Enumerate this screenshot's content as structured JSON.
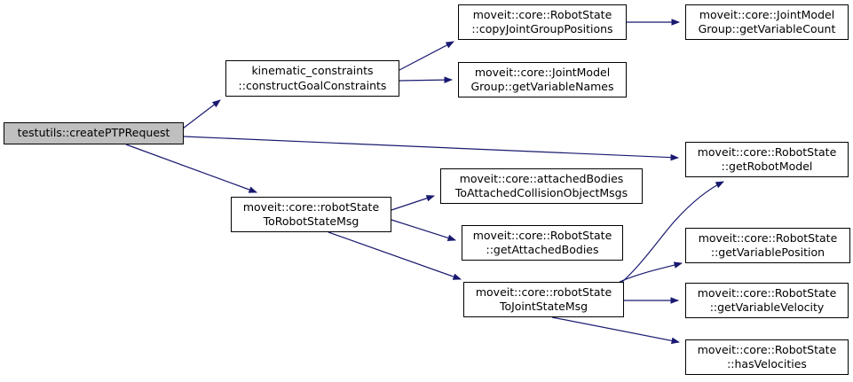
{
  "diagram": {
    "kind": "doxygen-call-graph",
    "colors": {
      "background": "#ffffff",
      "edge": "#191970",
      "node_border": "#000000",
      "node_fill": "#ffffff",
      "root_node_fill": "#bfbfbf",
      "text": "#000000"
    },
    "nodes": [
      {
        "id": "create-ptp-request",
        "lines": [
          "testutils::createPTPRequest",
          ""
        ]
      },
      {
        "id": "construct-goal-constraints",
        "lines": [
          "kinematic_constraints",
          "::constructGoalConstraints"
        ]
      },
      {
        "id": "copy-joint-group-positions",
        "lines": [
          "moveit::core::RobotState",
          "::copyJointGroupPositions"
        ]
      },
      {
        "id": "get-variable-count",
        "lines": [
          "moveit::core::JointModel",
          "Group::getVariableCount"
        ]
      },
      {
        "id": "get-variable-names",
        "lines": [
          "moveit::core::JointModel",
          "Group::getVariableNames"
        ]
      },
      {
        "id": "robot-state-to-robot-state-msg",
        "lines": [
          "moveit::core::robotState",
          "ToRobotStateMsg"
        ]
      },
      {
        "id": "attached-bodies-to-attached-collision-object-msgs",
        "lines": [
          "moveit::core::attachedBodies",
          "ToAttachedCollisionObjectMsgs"
        ]
      },
      {
        "id": "get-attached-bodies",
        "lines": [
          "moveit::core::RobotState",
          "::getAttachedBodies"
        ]
      },
      {
        "id": "robot-state-to-joint-state-msg",
        "lines": [
          "moveit::core::robotState",
          "ToJointStateMsg"
        ]
      },
      {
        "id": "get-robot-model",
        "lines": [
          "moveit::core::RobotState",
          "::getRobotModel"
        ]
      },
      {
        "id": "get-variable-position",
        "lines": [
          "moveit::core::RobotState",
          "::getVariablePosition"
        ]
      },
      {
        "id": "get-variable-velocity",
        "lines": [
          "moveit::core::RobotState",
          "::getVariableVelocity"
        ]
      },
      {
        "id": "has-velocities",
        "lines": [
          "moveit::core::RobotState",
          "::hasVelocities"
        ]
      }
    ],
    "edges": [
      {
        "from": "testutils::createPTPRequest",
        "to": "kinematic_constraints::constructGoalConstraints"
      },
      {
        "from": "testutils::createPTPRequest",
        "to": "moveit::core::RobotState::getRobotModel"
      },
      {
        "from": "testutils::createPTPRequest",
        "to": "moveit::core::robotStateToRobotStateMsg"
      },
      {
        "from": "kinematic_constraints::constructGoalConstraints",
        "to": "moveit::core::RobotState::copyJointGroupPositions"
      },
      {
        "from": "kinematic_constraints::constructGoalConstraints",
        "to": "moveit::core::JointModelGroup::getVariableNames"
      },
      {
        "from": "moveit::core::RobotState::copyJointGroupPositions",
        "to": "moveit::core::JointModelGroup::getVariableCount"
      },
      {
        "from": "moveit::core::robotStateToRobotStateMsg",
        "to": "moveit::core::attachedBodiesToAttachedCollisionObjectMsgs"
      },
      {
        "from": "moveit::core::robotStateToRobotStateMsg",
        "to": "moveit::core::RobotState::getAttachedBodies"
      },
      {
        "from": "moveit::core::robotStateToRobotStateMsg",
        "to": "moveit::core::robotStateToJointStateMsg"
      },
      {
        "from": "moveit::core::robotStateToJointStateMsg",
        "to": "moveit::core::RobotState::getRobotModel"
      },
      {
        "from": "moveit::core::robotStateToJointStateMsg",
        "to": "moveit::core::RobotState::getVariablePosition"
      },
      {
        "from": "moveit::core::robotStateToJointStateMsg",
        "to": "moveit::core::RobotState::getVariableVelocity"
      },
      {
        "from": "moveit::core::robotStateToJointStateMsg",
        "to": "moveit::core::RobotState::hasVelocities"
      }
    ]
  }
}
